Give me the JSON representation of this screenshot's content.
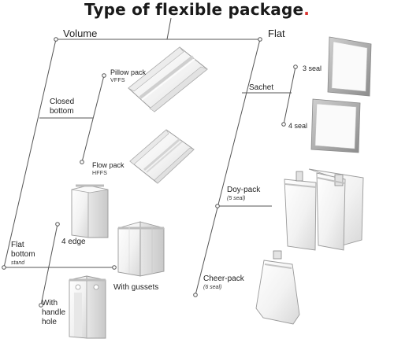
{
  "title": {
    "main": "Type of flexible package",
    "accent": "."
  },
  "categories": {
    "volume": "Volume",
    "flat": "Flat"
  },
  "labels": {
    "closed_bottom_1": "Closed",
    "closed_bottom_2": "bottom",
    "pillow": "Pillow pack",
    "pillow_sub": "VFFS",
    "flow": "Flow pack",
    "flow_sub": "HFFS",
    "flat_bottom_1": "Flat",
    "flat_bottom_2": "bottom",
    "flat_bottom_sub": "stand",
    "four_edge": "4 edge",
    "gussets": "With gussets",
    "handle_1": "With",
    "handle_2": "handle",
    "handle_3": "hole",
    "sachet": "Sachet",
    "three_seal": "3 seal",
    "four_seal": "4 seal",
    "doy": "Doy-pack",
    "doy_sub": "(5 seal)",
    "cheer": "Cheer-pack",
    "cheer_sub": "(6 seal)"
  },
  "colors": {
    "accent": "#d9302c",
    "line": "#555555",
    "package_fill": "#f6f6f6",
    "package_stroke": "#9a9a9a",
    "seal_frame": "#b8b8b8"
  }
}
